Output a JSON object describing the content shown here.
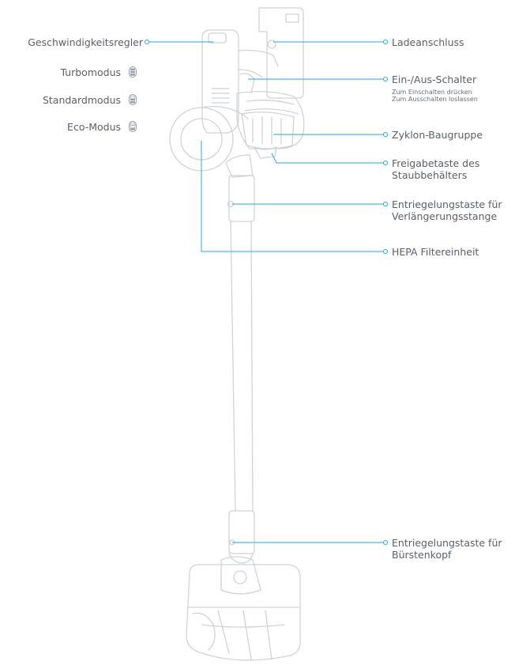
{
  "colors": {
    "line": "#cfd3d6",
    "line_dark": "#b9bec2",
    "callout": "#2aa7d9",
    "text": "#5a5f64"
  },
  "labels_left": {
    "speed_controller": "Geschwindigkeitsregler",
    "turbo": "Turbomodus",
    "standard": "Standardmodus",
    "eco": "Eco-Modus"
  },
  "labels_right": {
    "charging_port": "Ladeanschluss",
    "power_switch": "Ein-/Aus-Schalter",
    "power_switch_note_1": "Zum Einschalten drücken",
    "power_switch_note_2": "Zum Ausschalten loslassen",
    "cyclone": "Zyklon-Baugruppe",
    "dust_release_1": "Freigabetaste des",
    "dust_release_2": "Staubbehälters",
    "rod_release_1": "Entriegelungstaste für",
    "rod_release_2": "Verlängerungsstange",
    "hepa": "HEPA Filtereinheit",
    "brush_release_1": "Entriegelungstaste für",
    "brush_release_2": "Bürstenkopf"
  },
  "mode_icons": {
    "turbo_lit": 3,
    "standard_lit": 2,
    "eco_lit": 1,
    "total_segments": 3
  }
}
